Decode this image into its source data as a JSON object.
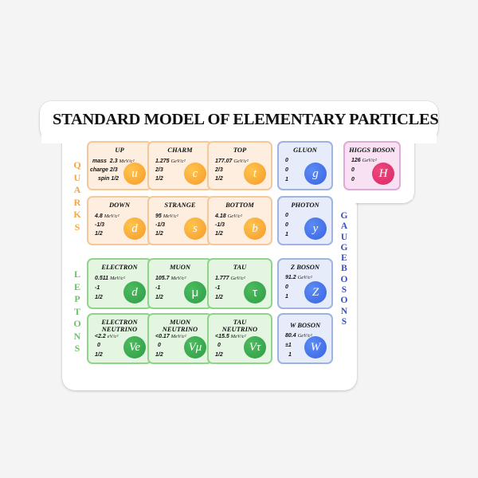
{
  "title": "STANDARD MODEL OF ELEMENTARY PARTICLES",
  "group_labels": {
    "quarks": "QUARKS",
    "leptons": "LEPTONS",
    "gauge_bosons": "GAUGEBOSONS"
  },
  "row_labels": {
    "mass": "mass",
    "charge": "charge",
    "spin": "spin"
  },
  "colors": {
    "quark_fill": "#fdeee0",
    "quark_border": "#f3c89a",
    "quark_circle": "#f7a933",
    "quark_label": "#f5a640",
    "lepton_fill": "#e4f5e2",
    "lepton_border": "#8fd48a",
    "lepton_circle": "#3aa852",
    "lepton_label": "#6cc36a",
    "boson_fill": "#e6ecfa",
    "boson_border": "#9fb3df",
    "boson_circle": "#4a74ea",
    "boson_label": "#3a50c0",
    "higgs_fill": "#f8e1f2",
    "higgs_border": "#e0aad6",
    "higgs_circle": "#e03a73"
  },
  "particles": {
    "up": {
      "name": "UP",
      "mass": "2.3",
      "unit": "MeV/c²",
      "charge": "2/3",
      "spin": "1/2",
      "symbol": "u"
    },
    "charm": {
      "name": "CHARM",
      "mass": "1.275",
      "unit": "GeV/c²",
      "charge": "2/3",
      "spin": "1/2",
      "symbol": "c"
    },
    "top": {
      "name": "TOP",
      "mass": "177.07",
      "unit": "GeV/c²",
      "charge": "2/3",
      "spin": "1/2",
      "symbol": "t"
    },
    "down": {
      "name": "DOWN",
      "mass": "4.8",
      "unit": "MeV/c²",
      "charge": "-1/3",
      "spin": "1/2",
      "symbol": "d"
    },
    "strange": {
      "name": "STRANGE",
      "mass": "95",
      "unit": "MeV/c²",
      "charge": "-1/3",
      "spin": "1/2",
      "symbol": "s"
    },
    "bottom": {
      "name": "BOTTOM",
      "mass": "4.18",
      "unit": "GeV/c²",
      "charge": "-1/3",
      "spin": "1/2",
      "symbol": "b"
    },
    "electron": {
      "name": "ELECTRON",
      "mass": "0.511",
      "unit": "MeV/c²",
      "charge": "-1",
      "spin": "1/2",
      "symbol": "d"
    },
    "muon": {
      "name": "MUON",
      "mass": "105.7",
      "unit": "MeV/c²",
      "charge": "-1",
      "spin": "1/2",
      "symbol": "μ"
    },
    "tau": {
      "name": "TAU",
      "mass": "1.777",
      "unit": "GeV/c²",
      "charge": "-1",
      "spin": "1/2",
      "symbol": "τ"
    },
    "electron_neutrino": {
      "name1": "ELECTRON",
      "name2": "NEUTRINO",
      "mass": "<2.2",
      "unit": "eV/c²",
      "charge": "0",
      "spin": "1/2",
      "symbol": "Ve"
    },
    "muon_neutrino": {
      "name1": "MUON",
      "name2": "NEUTRINO",
      "mass": "<0.17",
      "unit": "MeV/c²",
      "charge": "0",
      "spin": "1/2",
      "symbol": "Vμ"
    },
    "tau_neutrino": {
      "name1": "TAU",
      "name2": "NEUTRINO",
      "mass": "<15.5",
      "unit": "MeV/c²",
      "charge": "0",
      "spin": "1/2",
      "symbol": "Vτ"
    },
    "gluon": {
      "name": "GLUON",
      "mass": "0",
      "charge": "0",
      "spin": "1",
      "symbol": "g"
    },
    "photon": {
      "name": "PHOTON",
      "mass": "0",
      "charge": "0",
      "spin": "1",
      "symbol": "y"
    },
    "z_boson": {
      "name": "Z BOSON",
      "mass": "91.2",
      "unit": "GeV/c²",
      "charge": "0",
      "spin": "1",
      "symbol": "Z"
    },
    "w_boson": {
      "name": "W BOSON",
      "mass": "80.4",
      "unit": "GeV/c²",
      "charge": "±1",
      "spin": "1",
      "symbol": "W"
    },
    "higgs": {
      "name": "HIGGS BOSON",
      "mass": "126",
      "unit": "GeV/c²",
      "charge": "0",
      "spin": "0",
      "symbol": "H"
    }
  }
}
